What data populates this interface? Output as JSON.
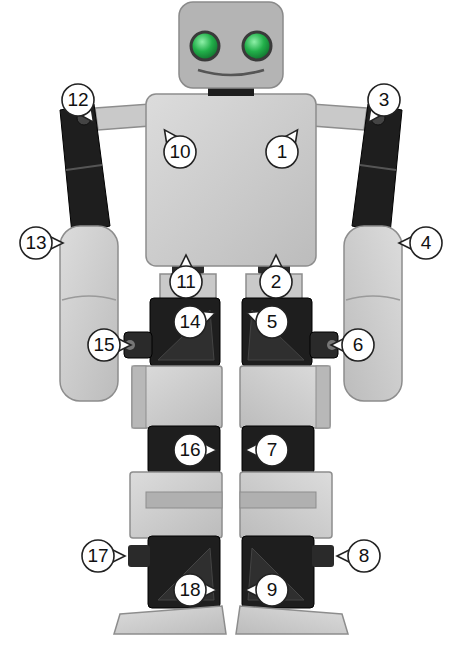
{
  "diagram": {
    "labels": [
      "12",
      "3",
      "10",
      "1",
      "13",
      "4",
      "11",
      "2",
      "14",
      "5",
      "15",
      "6",
      "16",
      "7",
      "17",
      "8",
      "18",
      "9"
    ]
  }
}
